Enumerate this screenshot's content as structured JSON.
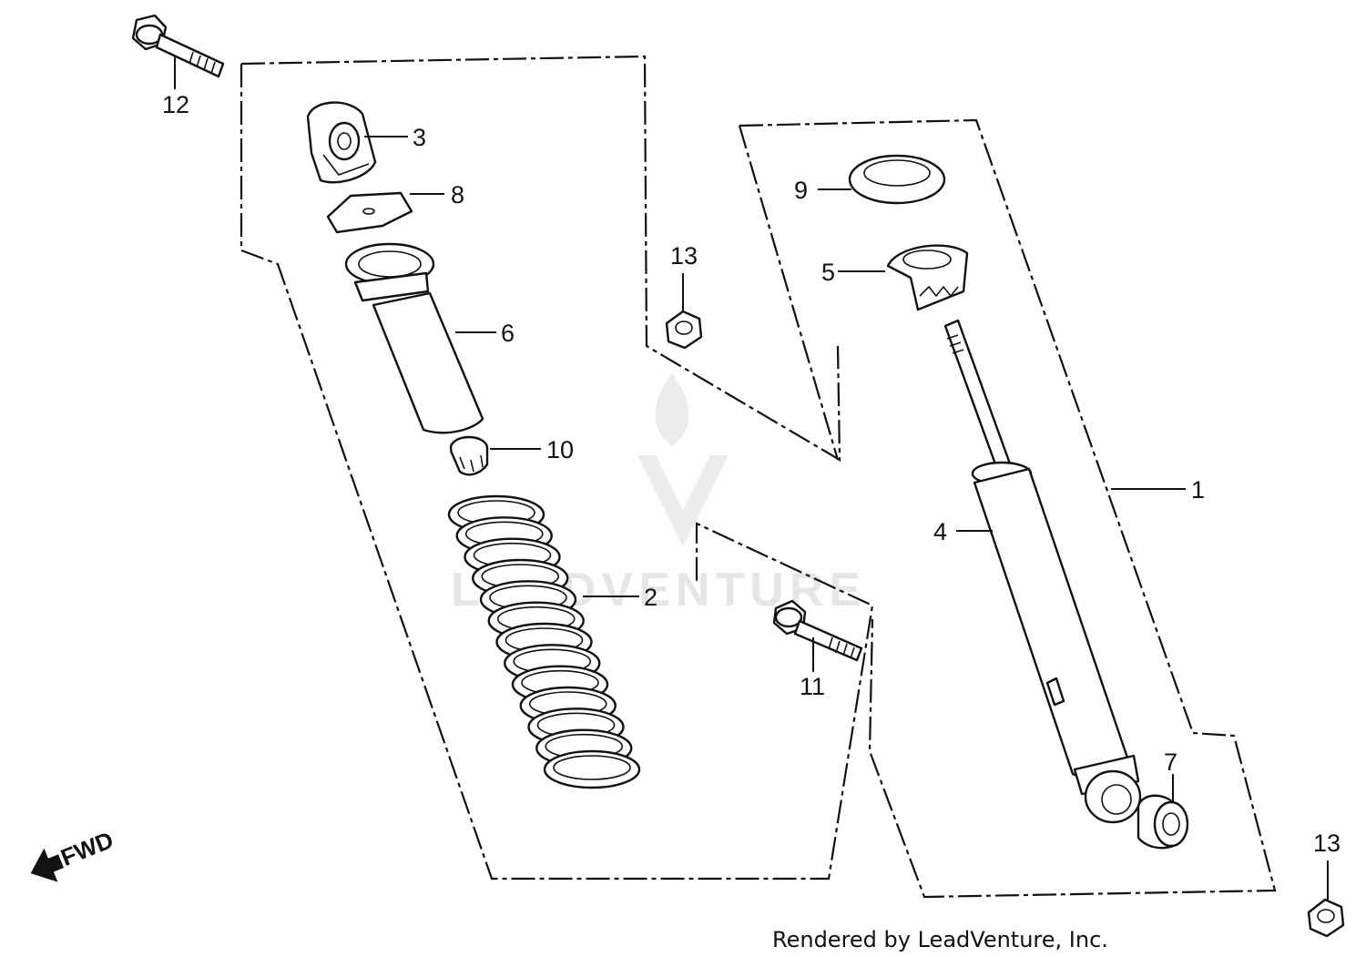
{
  "watermark": {
    "text": "LEADVENTURE"
  },
  "credit": {
    "text": "Rendered by LeadVenture, Inc."
  },
  "fwd_label": "FWD",
  "callouts": {
    "c1": "1",
    "c2": "2",
    "c3": "3",
    "c4": "4",
    "c5": "5",
    "c6": "6",
    "c7": "7",
    "c8": "8",
    "c9": "9",
    "c10": "10",
    "c11": "11",
    "c12": "12",
    "c13a": "13",
    "c13b": "13"
  }
}
